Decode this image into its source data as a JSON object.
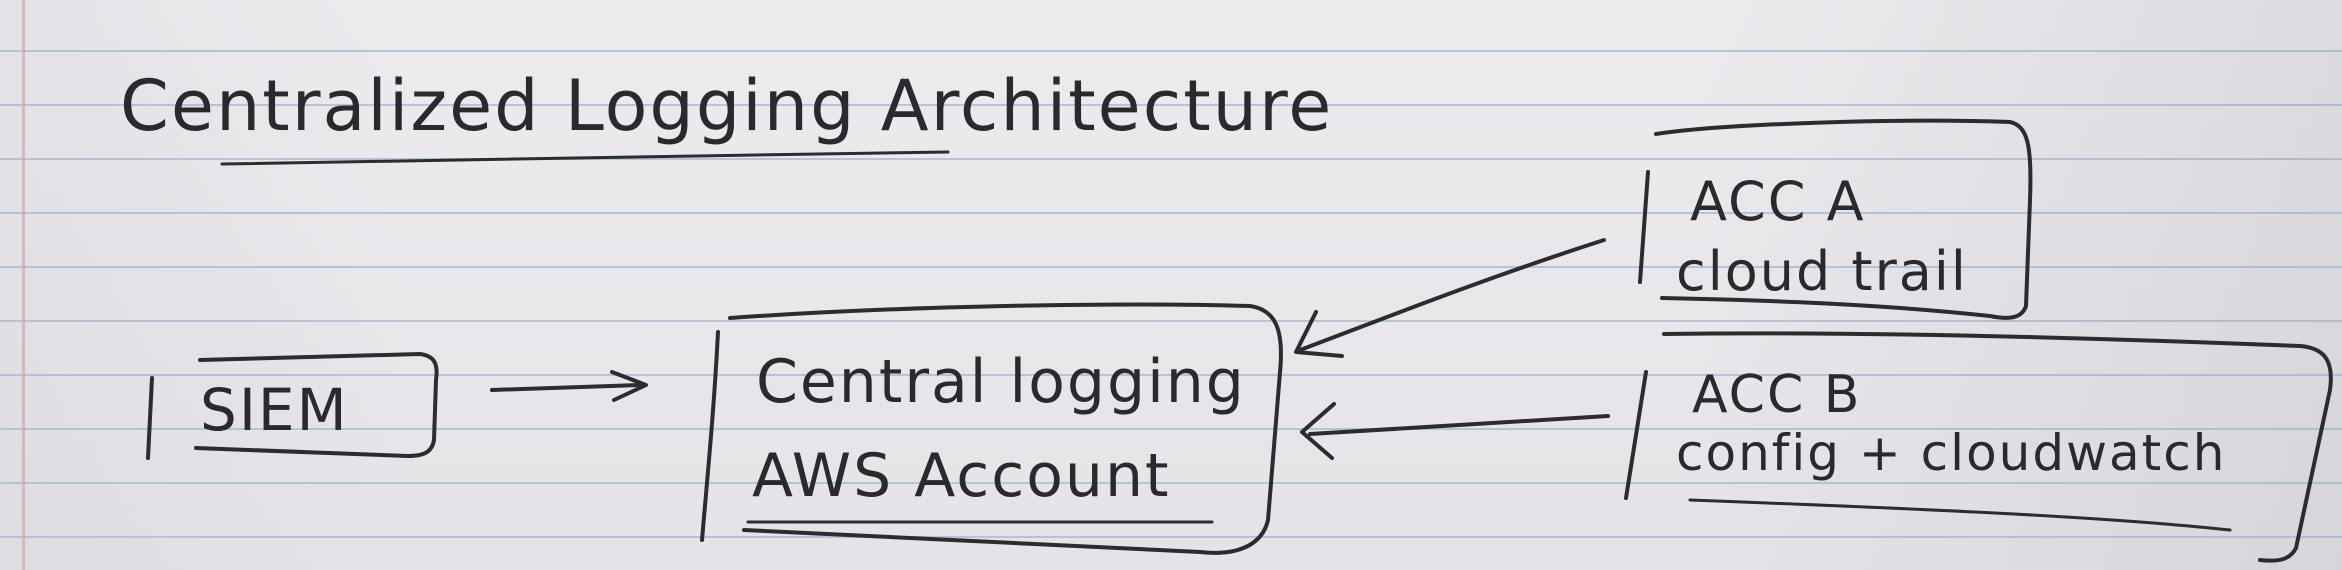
{
  "title": "Centralized Logging Architecture",
  "nodes": {
    "siem": "SIEM",
    "central_line1": "Central logging",
    "central_line2": "AWS Account",
    "acc_a_line1": "ACC A",
    "acc_a_line2": "cloud trail",
    "acc_b_line1": "ACC B",
    "acc_b_line2": "config + cloudwatch"
  },
  "colors": {
    "ink": "#2c2c30",
    "paper": "#e6e6e9",
    "rule_line": "#b7c3da",
    "margin_line": "#d9a6b2"
  }
}
